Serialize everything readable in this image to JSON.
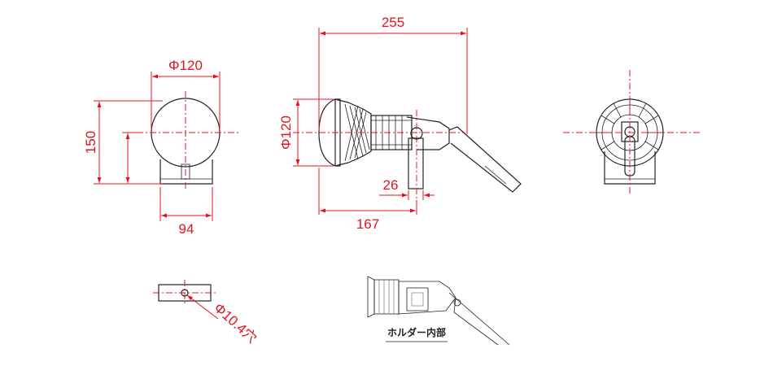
{
  "front_view": {
    "diameter_label": "Φ120",
    "height_label": "150",
    "width_label": "94"
  },
  "side_view": {
    "length_label": "255",
    "diameter_label": "Φ120",
    "offset_label": "26",
    "base_length_label": "167"
  },
  "base_plan": {
    "hole_label": "Φ10.4穴"
  },
  "holder_detail": {
    "caption": "ホルダー内部"
  }
}
